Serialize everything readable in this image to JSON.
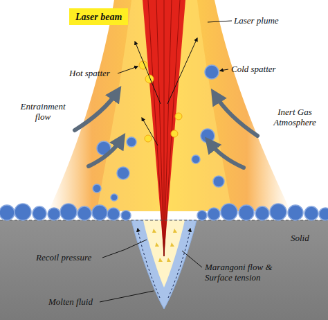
{
  "diagram": {
    "nodes": [
      {
        "text": [
          "Laser beam"
        ]
      }
    ],
    "labels": [
      "Laser plume",
      "Hot spatter",
      "Cold spatter",
      "Entrainment flow",
      "Inert Gas Atmosphere",
      "Solid",
      "Recoil pressure",
      "Marangoni flow & Surface tension",
      "Molten fluid"
    ]
  }
}
